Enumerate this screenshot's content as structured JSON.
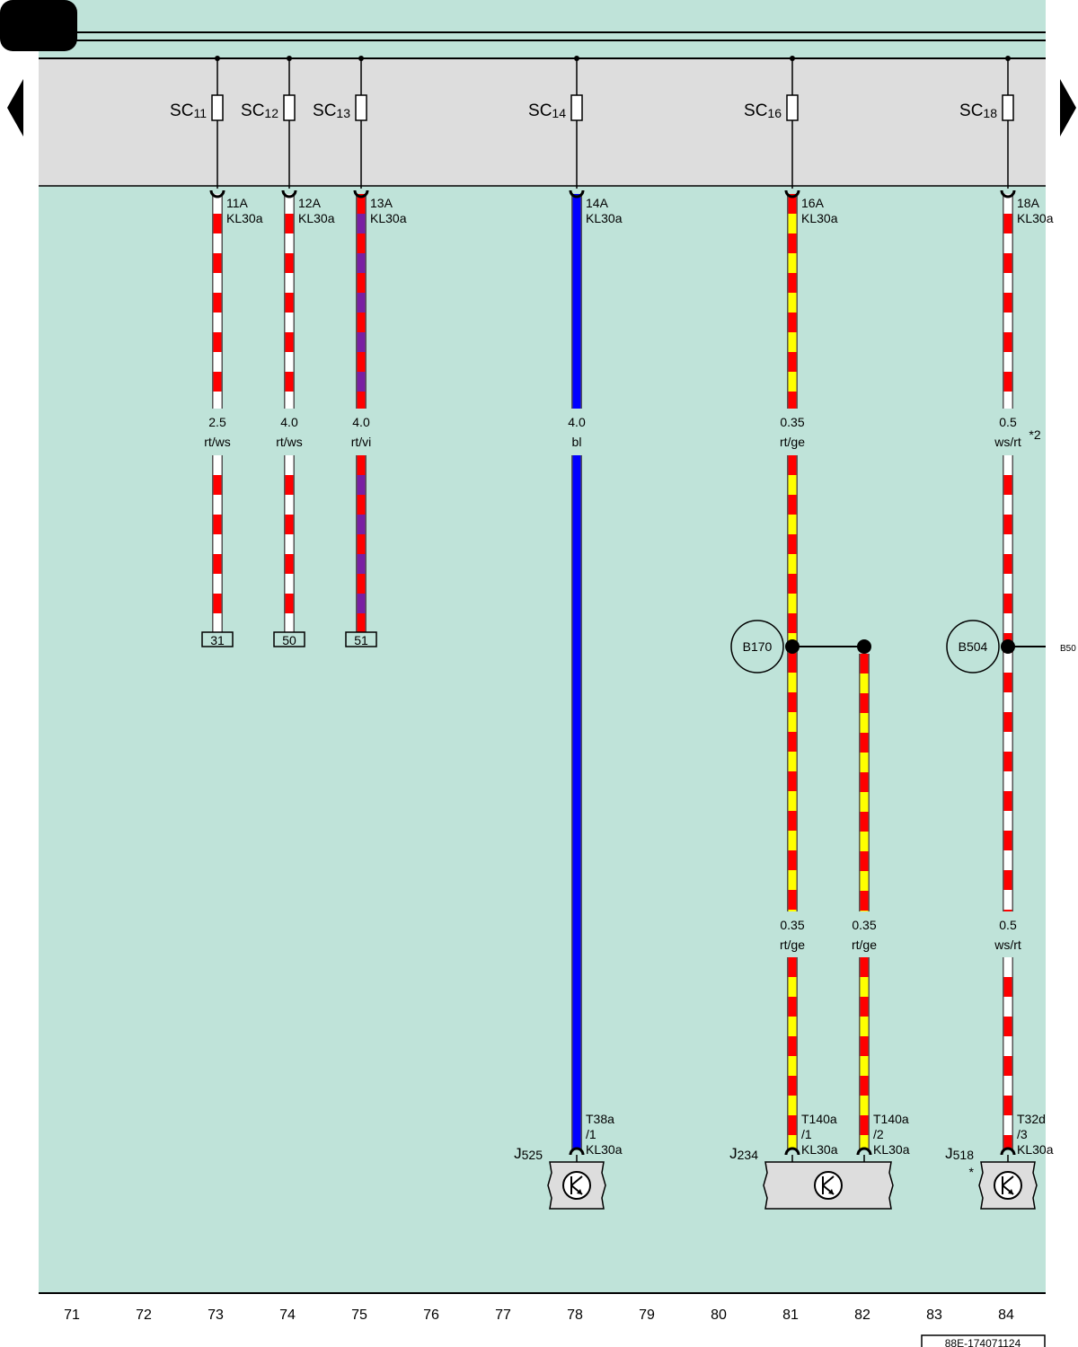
{
  "navigation": {
    "prev_icon": "triangle-left-icon",
    "next_icon": "triangle-right-icon"
  },
  "colors": {
    "background": "#bfe3d9",
    "fuse_box": "#dddddd",
    "rt": "#ff0000",
    "ws": "#ffffff",
    "vi": "#7a1fa2",
    "bl": "#0000ff",
    "ge": "#ffff00"
  },
  "fuses": [
    {
      "name": "SC",
      "sub": "11"
    },
    {
      "name": "SC",
      "sub": "12"
    },
    {
      "name": "SC",
      "sub": "13"
    },
    {
      "name": "SC",
      "sub": "14"
    },
    {
      "name": "SC",
      "sub": "16"
    },
    {
      "name": "SC",
      "sub": "18"
    }
  ],
  "fuse_outputs": [
    {
      "line1": "11A",
      "line2": "KL30a"
    },
    {
      "line1": "12A",
      "line2": "KL30a"
    },
    {
      "line1": "13A",
      "line2": "KL30a"
    },
    {
      "line1": "14A",
      "line2": "KL30a"
    },
    {
      "line1": "16A",
      "line2": "KL30a"
    },
    {
      "line1": "18A",
      "line2": "KL30a"
    }
  ],
  "wire_labels": [
    {
      "size": "2.5",
      "color": "rt/ws"
    },
    {
      "size": "4.0",
      "color": "rt/ws"
    },
    {
      "size": "4.0",
      "color": "rt/vi"
    },
    {
      "size": "4.0",
      "color": "bl"
    },
    {
      "size": "0.35",
      "color": "rt/ge"
    },
    {
      "size": "0.5",
      "color": "ws/rt",
      "note": "*2"
    },
    {
      "size": "0.35",
      "color": "rt/ge"
    },
    {
      "size": "0.35",
      "color": "rt/ge"
    },
    {
      "size": "0.5",
      "color": "ws/rt"
    }
  ],
  "continuation_refs": [
    "31",
    "50",
    "51"
  ],
  "junctions": [
    "B170",
    "B504",
    "B50"
  ],
  "connectors": [
    {
      "line1": "T38a",
      "line2": "/1",
      "line3": "KL30a"
    },
    {
      "line1": "T140a",
      "line2": "/1",
      "line3": "KL30a"
    },
    {
      "line1": "T140a",
      "line2": "/2",
      "line3": "KL30a"
    },
    {
      "line1": "T32d",
      "line2": "/3",
      "line3": "KL30a"
    }
  ],
  "components": [
    {
      "name": "J",
      "sub": "525",
      "note": ""
    },
    {
      "name": "J",
      "sub": "234",
      "note": ""
    },
    {
      "name": "J",
      "sub": "518",
      "note": "*"
    }
  ],
  "component_icon": "control-unit-icon",
  "column_numbers": [
    "71",
    "72",
    "73",
    "74",
    "75",
    "76",
    "77",
    "78",
    "79",
    "80",
    "81",
    "82",
    "83",
    "84"
  ],
  "document_id": "88E-174071124"
}
